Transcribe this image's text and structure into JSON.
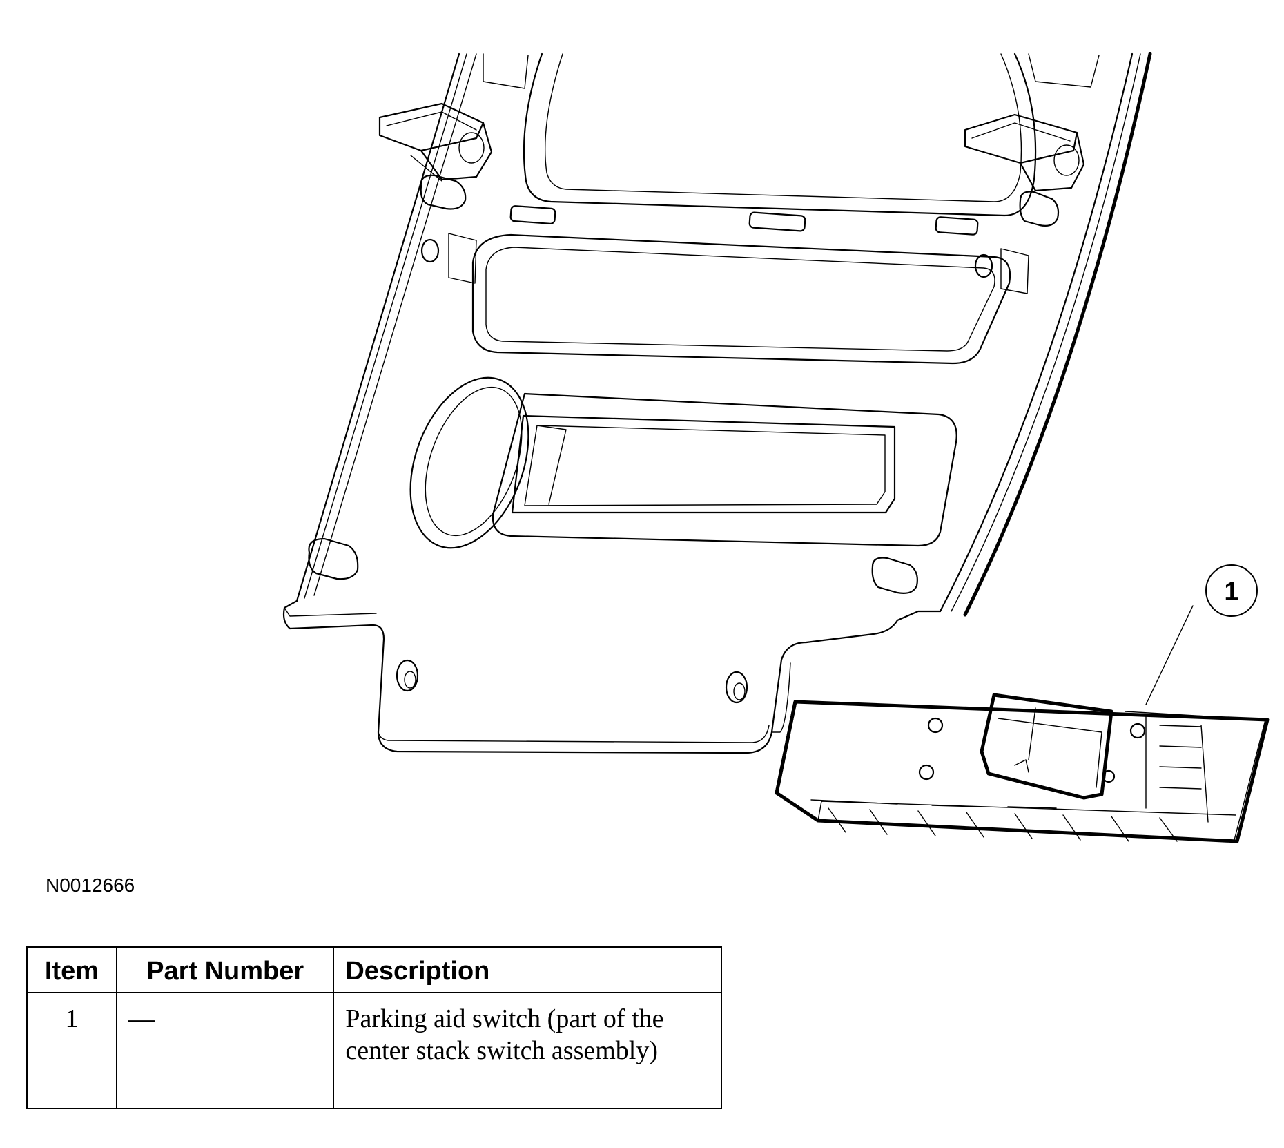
{
  "figure": {
    "callouts": [
      {
        "number": "1"
      }
    ],
    "figure_id": "N0012666"
  },
  "parts_table": {
    "headers": {
      "item": "Item",
      "part_number": "Part Number",
      "description": "Description"
    },
    "rows": [
      {
        "item": "1",
        "part_number": "—",
        "description": "Parking aid switch (part of the center stack switch assembly)"
      }
    ]
  }
}
